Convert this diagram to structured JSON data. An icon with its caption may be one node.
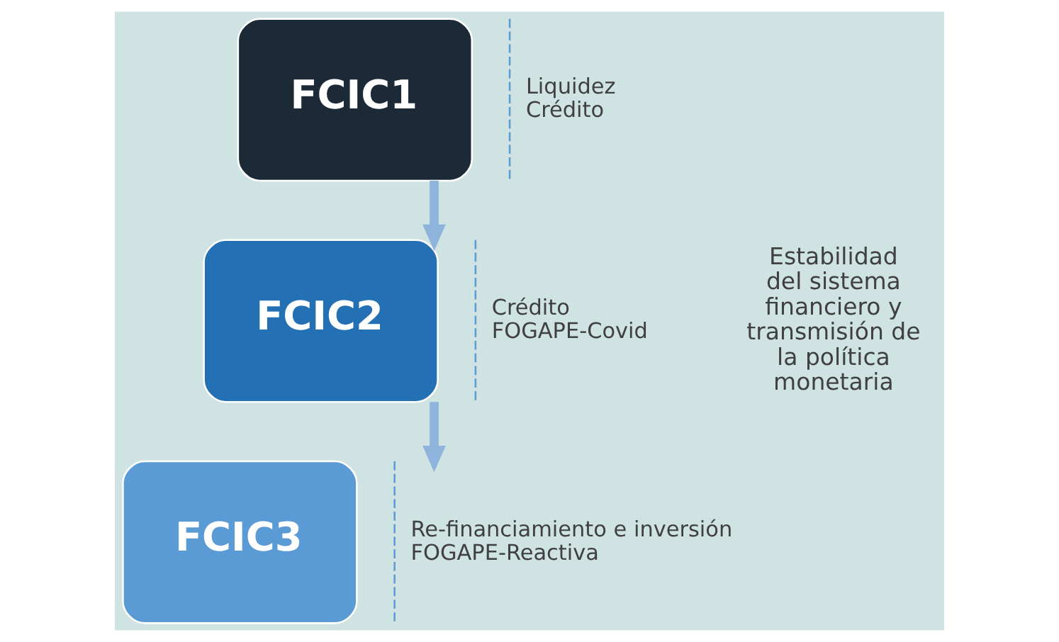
{
  "diagram": {
    "nodes": [
      {
        "text": [
          "FCIC1"
        ],
        "beside": [
          "Liquidez",
          "Crédito"
        ]
      },
      {
        "text": [
          "FCIC2"
        ],
        "beside": [
          "Crédito",
          "FOGAPE-Covid"
        ]
      },
      {
        "text": [
          "FCIC3"
        ],
        "beside": [
          "Re-financiamiento e inversión",
          "FOGAPE-Reactiva"
        ]
      }
    ],
    "edges": [
      {
        "from": 0,
        "to": 1,
        "arrow": "to"
      },
      {
        "from": 1,
        "to": 2,
        "arrow": "to"
      }
    ],
    "labels": [
      "Estabilidad del sistema financiero y transmisión de la política monetaria"
    ]
  }
}
